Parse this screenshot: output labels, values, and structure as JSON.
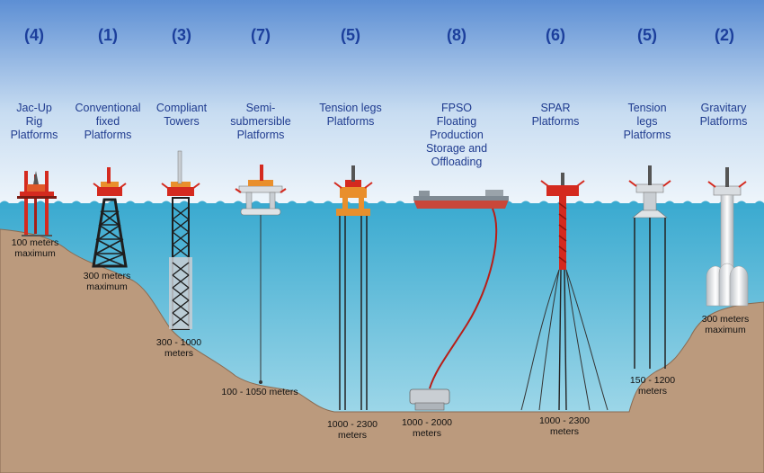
{
  "platforms": [
    {
      "number": "(4)",
      "name_lines": [
        "Jac-Up",
        "Rig",
        "Platforms"
      ],
      "depth_lines": [
        "100 meters",
        "maximum"
      ]
    },
    {
      "number": "(1)",
      "name_lines": [
        "Conventional",
        "fixed",
        "Platforms"
      ],
      "depth_lines": [
        "300 meters",
        "maximum"
      ]
    },
    {
      "number": "(3)",
      "name_lines": [
        "Compliant",
        "Towers"
      ],
      "depth_lines": [
        "300 - 1000",
        "meters"
      ]
    },
    {
      "number": "(7)",
      "name_lines": [
        "Semi-",
        "submersible",
        "Platforms"
      ],
      "depth_lines": [
        "100 - 1050 meters"
      ]
    },
    {
      "number": "(5)",
      "name_lines": [
        "Tension legs",
        "Platforms"
      ],
      "depth_lines": [
        "1000 - 2300",
        "meters"
      ]
    },
    {
      "number": "(8)",
      "name_lines": [
        "FPSO",
        "Floating",
        "Production",
        "Storage and",
        "Offloading"
      ],
      "depth_lines": [
        "1000 - 2000",
        "meters"
      ]
    },
    {
      "number": "(6)",
      "name_lines": [
        "SPAR",
        "Platforms"
      ],
      "depth_lines": [
        "1000 - 2300",
        "meters"
      ]
    },
    {
      "number": "(5)",
      "name_lines": [
        "Tension",
        "legs",
        "Platforms"
      ],
      "depth_lines": [
        "150 - 1200",
        "meters"
      ]
    },
    {
      "number": "(2)",
      "name_lines": [
        "Gravitary",
        "Platforms"
      ],
      "depth_lines": [
        "300 meters",
        "maximum"
      ]
    }
  ],
  "colors": {
    "sky_top": "#5d8fd4",
    "sky_bottom": "#eef5fb",
    "water_top": "#38a9cf",
    "water_bottom": "#b7e2ee",
    "seabed": "#bb9a7d",
    "seabed_edge": "#8a6b52",
    "title_text": "#1c3f9c",
    "platform_red": "#d42a1f",
    "platform_orange": "#e98f2c",
    "structure_dark": "#2a2a2a",
    "structure_grey": "#c9ced3"
  }
}
